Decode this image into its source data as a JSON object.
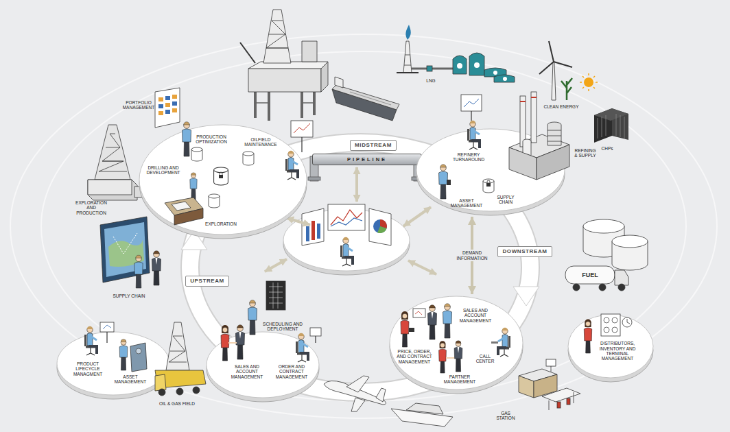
{
  "diagram": {
    "nodes": [
      {
        "text": [
          "PRODUCTION OPTIMIZATION",
          "OILFIELD MAINTENANCE",
          "DRILLING AND DEVELOPMENT",
          "EXPLORATION"
        ]
      },
      {
        "text": [
          "MIDSTREAM"
        ]
      },
      {
        "text": [
          "PIPELINE"
        ]
      },
      {
        "text": [
          "REFINERY TURNAROUND",
          "ASSET MANAGEMENT",
          "SUPPLY CHAIN"
        ]
      },
      {
        "text": [
          "DOWNSTREAM"
        ]
      },
      {
        "text": [
          "UPSTREAM"
        ]
      },
      {
        "text": [
          "SALES AND ACCOUNT MANAGEMENT",
          "ORDER AND CONTRACT MANAGEMENT"
        ]
      },
      {
        "text": [
          "SALES AND ACCOUNT MANAGEMENT",
          "PRICE, ORDER, AND CONTRACT MANAGEMENT",
          "CALL CENTER",
          "PARTNER MANAGEMENT"
        ]
      },
      {
        "text": [
          "PRODUCT LIFECYCLE MANAGMENT",
          "ASSET MANAGEMENT"
        ]
      },
      {
        "text": [
          "DISTRIBUTORS, INVENTORY AND TERMINAL MANAGEMENT"
        ]
      }
    ],
    "edges": [
      {
        "from": 3,
        "to": 7,
        "label": "DEMAND INFORMATION",
        "arrow": "both"
      }
    ],
    "labels": [
      "PORTFOLIO MANAGEMENT",
      "EXPLORATION AND PRODUCTION",
      "LNG",
      "CLEAN ENERGY",
      "CHPs",
      "REFINING & SUPPLY",
      "SUPPLY CHAIN",
      "SCHEDULING AND DEPLOYMENT",
      "FUEL",
      "OIL & GAS FIELD",
      "GAS STATION"
    ]
  }
}
